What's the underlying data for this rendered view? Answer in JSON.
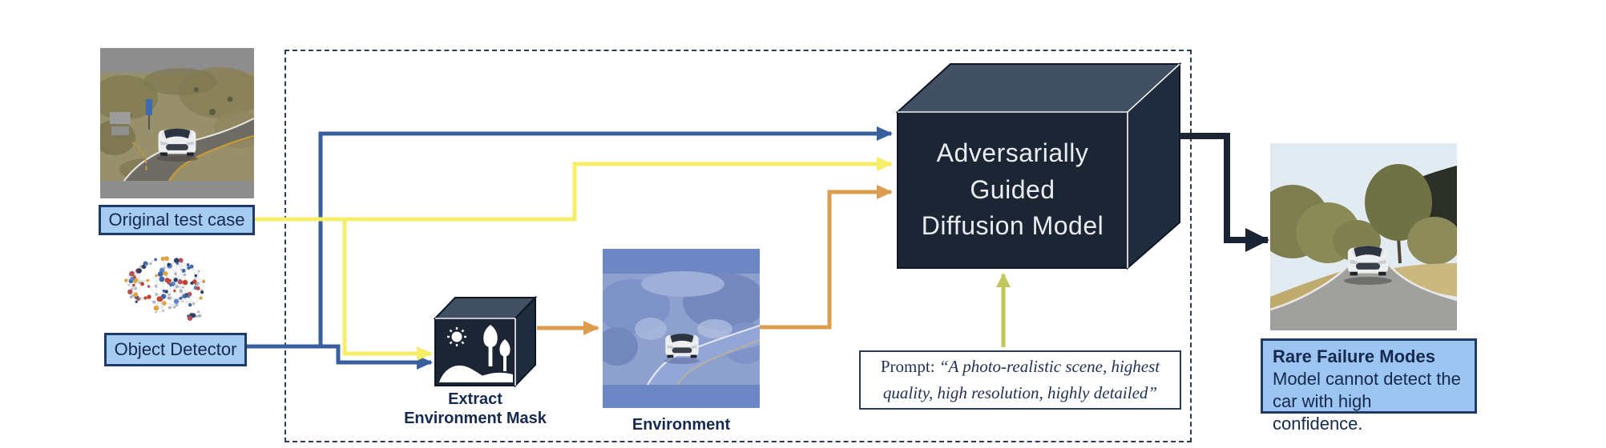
{
  "diagram": {
    "original_test_case": {
      "label": "Original test case"
    },
    "object_detector": {
      "label": "Object Detector"
    },
    "extract_mask": {
      "line1": "Extract",
      "line2": "Environment Mask"
    },
    "environment": {
      "label": "Environment"
    },
    "model": {
      "line1": "Adversarially",
      "line2": "Guided",
      "line3": "Diffusion Model"
    },
    "prompt": {
      "prefix": "Prompt: ",
      "line1": "“A photo-realistic scene, highest",
      "line2": "quality, high resolution, highly detailed”"
    },
    "failure": {
      "title": "Rare Failure Modes",
      "body_line1": "Model cannot detect the",
      "body_line2": "car with high confidence."
    }
  },
  "colors": {
    "arrow_blue": "#3a5f9e",
    "arrow_yellow": "#f7ee67",
    "arrow_orange": "#dd9d4e",
    "arrow_olive": "#c2c75c",
    "arrow_dark": "#1b2433",
    "label_fill": "#a7ccf2",
    "label_border": "#1e3a66",
    "text_navy": "#16294e",
    "box_front": "#1b2534",
    "box_top": "#415062",
    "box_right": "#1e2c3e",
    "dashed_border": "#2b3b55"
  }
}
